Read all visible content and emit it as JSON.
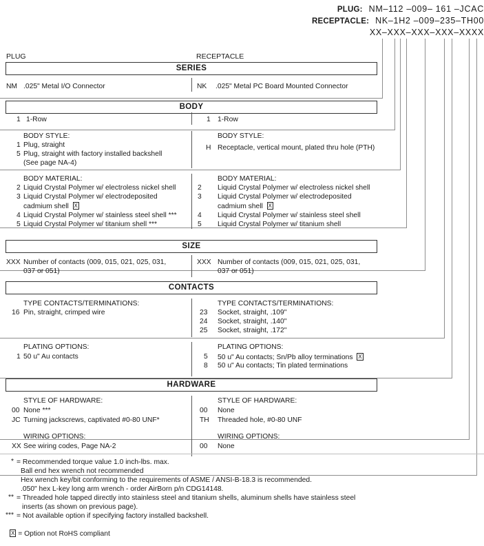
{
  "header": {
    "rows": [
      {
        "label": "PLUG:",
        "value": "NM–112 –009– 161 –JCAC"
      },
      {
        "label": "RECEPTACLE:",
        "value": "NK–1H2 –009–235–TH00"
      },
      {
        "label": "",
        "value": "XX–XXX–XXX–XXX–XXXX"
      }
    ]
  },
  "columns": {
    "left": "PLUG",
    "right": "RECEPTACLE"
  },
  "sections": [
    {
      "title": "SERIES"
    },
    {
      "title": "BODY"
    },
    {
      "title": "SIZE"
    },
    {
      "title": "CONTACTS"
    },
    {
      "title": "HARDWARE"
    }
  ],
  "series": {
    "left": {
      "code": "NM",
      "text": ".025\" Metal I/O Connector"
    },
    "right": {
      "code": "NK",
      "text": ".025\" Metal PC Board Mounted Connector"
    }
  },
  "body_rows": {
    "left": {
      "code": "1",
      "text": "1-Row"
    },
    "right": {
      "code": "1",
      "text": "1-Row"
    }
  },
  "body_style": {
    "heading": "BODY STYLE:",
    "left": [
      {
        "code": "1",
        "text": "Plug, straight"
      },
      {
        "code": "5",
        "text": "Plug, straight with factory installed backshell"
      },
      {
        "code": "",
        "text": "(See page NA-4)"
      }
    ],
    "right": [
      {
        "code": "H",
        "text": "Receptacle, vertical mount, plated thru hole (PTH)"
      }
    ]
  },
  "body_material": {
    "heading": "BODY MATERIAL:",
    "left": [
      {
        "code": "2",
        "text": "Liquid Crystal Polymer w/ electroless nickel shell",
        "rohs": false
      },
      {
        "code": "3",
        "text": "Liquid Crystal Polymer w/ electrodeposited",
        "rohs": false
      },
      {
        "code": "",
        "text": "cadmium shell",
        "rohs": true
      },
      {
        "code": "4",
        "text": "Liquid Crystal Polymer w/ stainless steel shell ***",
        "rohs": false
      },
      {
        "code": "5",
        "text": "Liquid Crystal Polymer w/ titanium shell ***",
        "rohs": false
      }
    ],
    "right": [
      {
        "code": "2",
        "text": "Liquid Crystal Polymer w/ electroless nickel shell",
        "rohs": false
      },
      {
        "code": "3",
        "text": "Liquid Crystal Polymer w/ electrodeposited",
        "rohs": false
      },
      {
        "code": "",
        "text": "cadmium shell",
        "rohs": true
      },
      {
        "code": "4",
        "text": "Liquid Crystal Polymer w/ stainless steel shell",
        "rohs": false
      },
      {
        "code": "5",
        "text": "Liquid Crystal Polymer w/ titanium shell",
        "rohs": false
      }
    ]
  },
  "size": {
    "left": {
      "code": "XXX",
      "line1": "Number of contacts (009, 015, 021, 025, 031,",
      "line2": "037 or 051)"
    },
    "right": {
      "code": "XXX",
      "line1": "Number of contacts (009, 015, 021, 025, 031,",
      "line2": "037 or 051)"
    }
  },
  "contact_type": {
    "heading": "TYPE CONTACTS/TERMINATIONS:",
    "left": [
      {
        "code": "16",
        "text": "Pin, straight, crimped wire"
      }
    ],
    "right": [
      {
        "code": "23",
        "text": "Socket, straight, .109\""
      },
      {
        "code": "24",
        "text": "Socket, straight, .140\""
      },
      {
        "code": "25",
        "text": "Socket, straight, .172\""
      }
    ]
  },
  "plating": {
    "heading": "PLATING OPTIONS:",
    "left": [
      {
        "code": "1",
        "text": "50 u\" Au contacts",
        "rohs": false
      }
    ],
    "right": [
      {
        "code": "5",
        "text": "50 u\" Au contacts; Sn/Pb alloy terminations",
        "rohs": true
      },
      {
        "code": "8",
        "text": "50 u\" Au contacts; Tin plated terminations",
        "rohs": false
      }
    ]
  },
  "hardware_style": {
    "heading": "STYLE OF HARDWARE:",
    "left": [
      {
        "code": "00",
        "text": "None  ***"
      },
      {
        "code": "JC",
        "text": "Turning jackscrews, captivated #0-80 UNF*"
      }
    ],
    "right": [
      {
        "code": "00",
        "text": "None"
      },
      {
        "code": "TH",
        "text": "Threaded hole, #0-80 UNF"
      }
    ]
  },
  "wiring": {
    "heading": "WIRING OPTIONS:",
    "left": [
      {
        "code": "XX",
        "text": "See wiring codes, Page NA-2"
      }
    ],
    "right": [
      {
        "code": "00",
        "text": "None"
      }
    ]
  },
  "footnotes": [
    {
      "mark": "*",
      "lines": [
        "= Recommended torque value 1.0 inch-lbs. max.",
        "Ball end hex wrench not recommended",
        "Hex wrench key/bit conforming to the requirements of ASME / ANSI-B-18.3 is recommended.",
        ".050\" hex L-key long arm wrench - order AirBorn p/n CDG14148."
      ]
    },
    {
      "mark": "**",
      "lines": [
        "= Threaded hole tapped directly into stainless steel and titanium shells, aluminum shells have stainless steel",
        "inserts (as shown on previous page)."
      ]
    },
    {
      "mark": "***",
      "lines": [
        "= Not available option if specifying factory installed backshell."
      ]
    }
  ],
  "rohs_note": {
    "symbol": "X",
    "text": "= Option not RoHS compliant"
  }
}
